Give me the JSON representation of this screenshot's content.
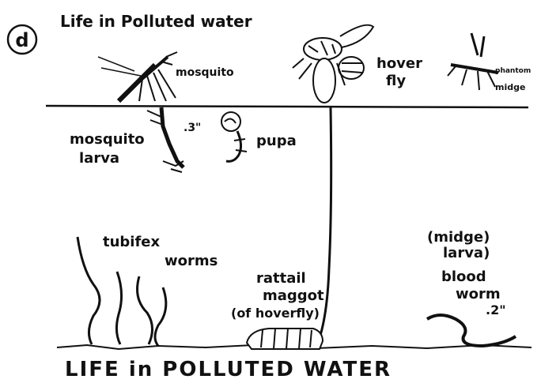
{
  "panel_letter": "d",
  "title": "Life in Polluted water",
  "caption": "LIFE in POLLUTED WATER",
  "labels": {
    "mosquito": "mosquito",
    "hover_fly_1": "hover",
    "hover_fly_2": "fly",
    "phantom_midge_1": "phantom",
    "phantom_midge_2": "midge",
    "mosquito_larva_1": "mosquito",
    "mosquito_larva_2": "larva",
    "larva_size": ".3\"",
    "pupa": "pupa",
    "tubifex_1": "tubifex",
    "tubifex_2": "worms",
    "rattail_1": "rattail",
    "rattail_2": "maggot",
    "rattail_3": "(of hoverfly)",
    "midge_larva_1": "(midge)",
    "midge_larva_2": "larva)",
    "bloodworm_1": "blood",
    "bloodworm_2": "worm",
    "bloodworm_size": ".2\""
  },
  "ink_color": "#111111",
  "background_color": "#ffffff"
}
